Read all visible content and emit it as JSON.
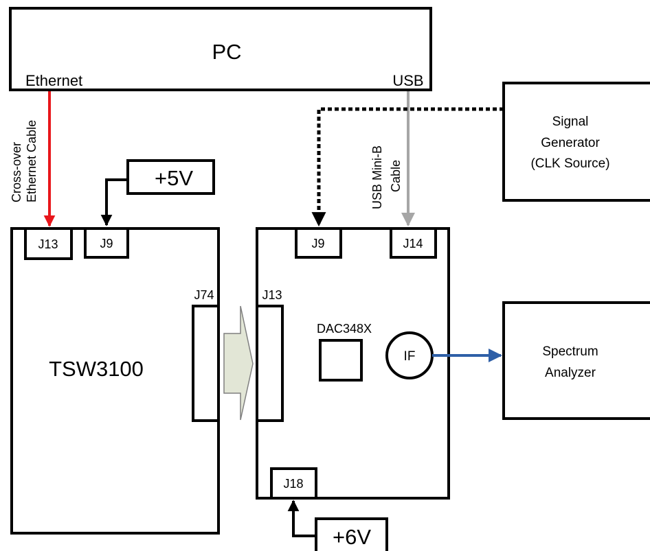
{
  "pc": {
    "title": "PC",
    "ethernet_label": "Ethernet",
    "usb_label": "USB"
  },
  "cables": {
    "crossover_line1": "Cross-over",
    "crossover_line2": "Ethernet Cable",
    "usb_line1": "USB Mini-B",
    "usb_line2": "Cable"
  },
  "power": {
    "p5v": "+5V",
    "p6v": "+6V"
  },
  "tsw3100": {
    "title": "TSW3100",
    "j13": "J13",
    "j9": "J9",
    "j74": "J74"
  },
  "dac_board": {
    "j9": "J9",
    "j14": "J14",
    "j13": "J13",
    "chip": "DAC348X",
    "if": "IF",
    "j18": "J18"
  },
  "signal_generator": {
    "line1": "Signal",
    "line2": "Generator",
    "line3": "(CLK Source)"
  },
  "spectrum_analyzer": {
    "line1": "Spectrum",
    "line2": "Analyzer"
  },
  "colors": {
    "ethernet_cable": "#e8161b",
    "usb_cable": "#a6a6a6",
    "if_output": "#2e5fa7",
    "connector_arrow_fill": "#e2e6d6"
  }
}
